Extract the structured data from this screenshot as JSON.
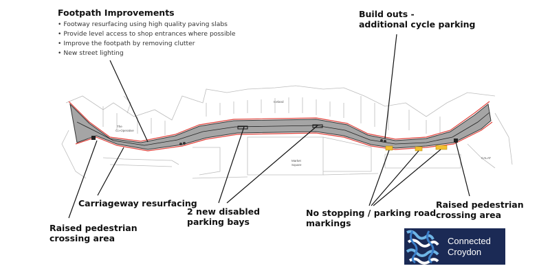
{
  "footpath": {
    "title": "Footpath Improvements",
    "items": [
      "Footway resurfacing using high quality paving slabs",
      "Provide level access to shop entrances where possible",
      "Improve the footpath by removing clutter",
      "New street lighting"
    ]
  },
  "labels": {
    "build_outs": [
      "Build outs -",
      "additional cycle parking"
    ],
    "carriageway": "Carriageway resurfacing",
    "raised_left": [
      "Raised pedestrian",
      "crossing area"
    ],
    "disabled_bays": [
      "2 new disabled",
      "parking bays"
    ],
    "no_stopping": [
      "No stopping / parking road",
      "markings"
    ],
    "raised_right": [
      "Raised pedestrian",
      "crossing area"
    ]
  },
  "map_text": {
    "coop": [
      "The",
      "Co-Operative"
    ],
    "iceland": "Iceland",
    "market": [
      "Market",
      "Square"
    ],
    "calat": "CALAT"
  },
  "logo": {
    "line1": "Connected",
    "line2": "Croydon"
  },
  "colors": {
    "road": "#a5a5a5",
    "boundary": "#e0413a",
    "highlight": "#f3c131",
    "logo_bg": "#1b2a55",
    "logo_accent": "#6fb5e6"
  }
}
